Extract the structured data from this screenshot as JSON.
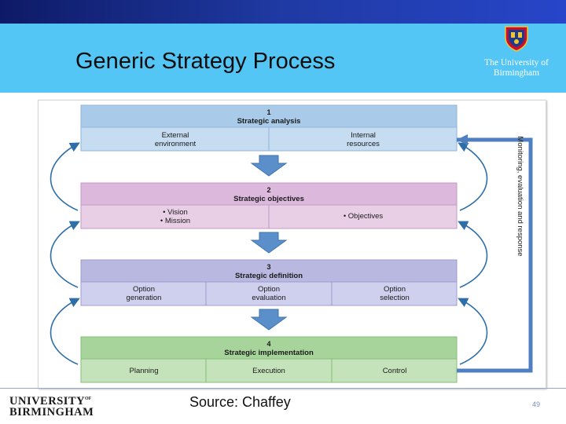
{
  "slide": {
    "title": "Generic Strategy Process",
    "university_name": "The University of Birmingham",
    "source": "Source: Chaffey",
    "page_number": "49",
    "logo_line1": "UNIVERSITY",
    "logo_of": "OF",
    "logo_line2": "BIRMINGHAM"
  },
  "diagram": {
    "side_label": "Monitoring, evaluation and response",
    "stages": [
      {
        "number": "1",
        "title": "Strategic analysis",
        "color_header": "#a9cbe9",
        "color_body": "#c5dcf1",
        "cells": [
          "External\nenvironment",
          "Internal\nresources"
        ]
      },
      {
        "number": "2",
        "title": "Strategic objectives",
        "color_header": "#dcb8dc",
        "color_body": "#e8cfe6",
        "cells": [
          "• Vision\n• Mission",
          "• Objectives"
        ]
      },
      {
        "number": "3",
        "title": "Strategic definition",
        "color_header": "#b8b8e0",
        "color_body": "#cfcfee",
        "cells": [
          "Option\ngeneration",
          "Option\nevaluation",
          "Option\nselection"
        ]
      },
      {
        "number": "4",
        "title": "Strategic implementation",
        "color_header": "#a7d49b",
        "color_body": "#c5e3bb",
        "cells": [
          "Planning",
          "Execution",
          "Control"
        ]
      }
    ]
  },
  "colors": {
    "top_bar": "#1f3aa3",
    "header_band": "#53c6f5",
    "arrow_fill": "#5b8fc9",
    "loop_arrow": "#2f6fa8",
    "side_box": "#4f7fc0"
  }
}
